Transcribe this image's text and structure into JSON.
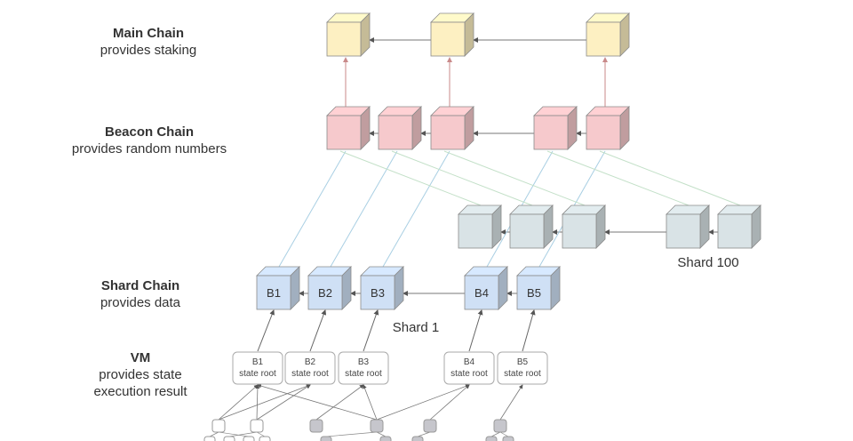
{
  "layers": {
    "main": {
      "title": "Main Chain",
      "subtitle": "provides staking"
    },
    "beacon": {
      "title": "Beacon Chain",
      "subtitle": "provides random numbers"
    },
    "shard": {
      "title": "Shard Chain",
      "subtitle": "provides data"
    },
    "vm": {
      "title": "VM",
      "subtitle_line1": "provides state",
      "subtitle_line2": "execution result"
    }
  },
  "shard1": {
    "label": "Shard 1",
    "blocks": [
      "B1",
      "B2",
      "B3",
      "B4",
      "B5"
    ]
  },
  "shard100": {
    "label": "Shard 100"
  },
  "state_roots": [
    {
      "block": "B1",
      "text": "state root"
    },
    {
      "block": "B2",
      "text": "state root"
    },
    {
      "block": "B3",
      "text": "state root"
    },
    {
      "block": "B4",
      "text": "state root"
    },
    {
      "block": "B5",
      "text": "state root"
    }
  ],
  "colors": {
    "main_cube": "#fdf0c2",
    "beacon_cube": "#f6c9cc",
    "shard100_cube": "#d9e3e6",
    "shard1_cube": "#cfe0f5",
    "line_red": "#c98a8a",
    "line_blue": "#a9cfe3",
    "line_green": "#c3e0c8"
  }
}
